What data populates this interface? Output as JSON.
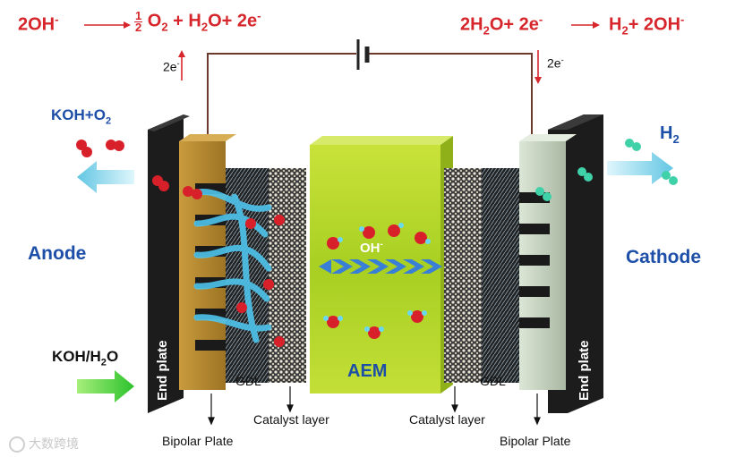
{
  "equations": {
    "anode_left": "2OH",
    "anode_frac_num": "1",
    "anode_frac_den": "2",
    "anode_o": "O",
    "anode_o_sub": "2",
    "anode_plus1": " + H",
    "anode_h_sub": "2",
    "anode_rest": "O+ 2e",
    "cathode_left": "2H",
    "cathode_h_sub": "2",
    "cathode_mid": "O+ 2e",
    "cathode_h2": "H",
    "cathode_h2_sub": "2",
    "cathode_rest": "+ 2OH",
    "minus": "-"
  },
  "electron_flow": {
    "left": "2e",
    "right": "2e",
    "minus": "-"
  },
  "labels": {
    "koh_o2": "KOH+O",
    "koh_o2_sub": "2",
    "h2": "H",
    "h2_sub": "2",
    "anode": "Anode",
    "cathode": "Cathode",
    "koh_h2o_a": "KOH/H",
    "koh_h2o_sub": "2",
    "koh_h2o_b": "O",
    "end_plate_left": "End plate",
    "end_plate_right": "End plate",
    "aem": "AEM",
    "oh": "OH",
    "oh_sup": "-",
    "gdl_left": "GDL",
    "gdl_right": "GDL",
    "catalyst_left": "Catalyst layer",
    "catalyst_right": "Catalyst layer",
    "bipolar_left": "Bipolar Plate",
    "bipolar_right": "Bipolar Plate",
    "watermark": "大数跨境"
  },
  "colors": {
    "equation": "#d7262b",
    "side_label": "#1d4fa8",
    "end_plate": "#1c1c1c",
    "anode_bipolar": "#b58a2f",
    "cathode_bipolar": "#b9c9b2",
    "membrane": "#b5d62a",
    "oxygen_molecule": "#d8202a",
    "hydrogen_molecule": "#3fd1a8",
    "flow_arrow": "#7dd3ea",
    "inlet_arrow": "#3fd13f"
  }
}
